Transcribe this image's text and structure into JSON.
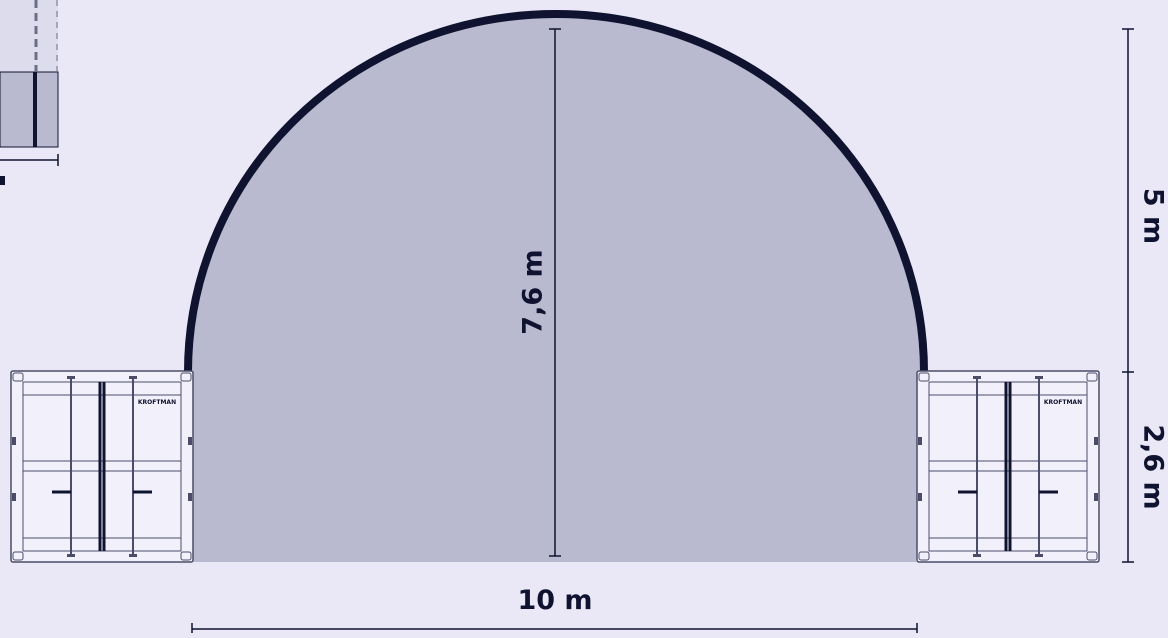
{
  "colors": {
    "background": "#eae8f6",
    "dome_fill": "#b9b9d0",
    "outline": "#0f1330",
    "container_fill": "#f2f1fb",
    "container_line": "#4b4d68"
  },
  "labels": {
    "inner_height": "7,6 m",
    "width": "10 m",
    "dome_height": "5 m",
    "container_height": "2,6 m",
    "left_brand": "KROFTMAN",
    "right_brand": "KROFTMAN"
  }
}
